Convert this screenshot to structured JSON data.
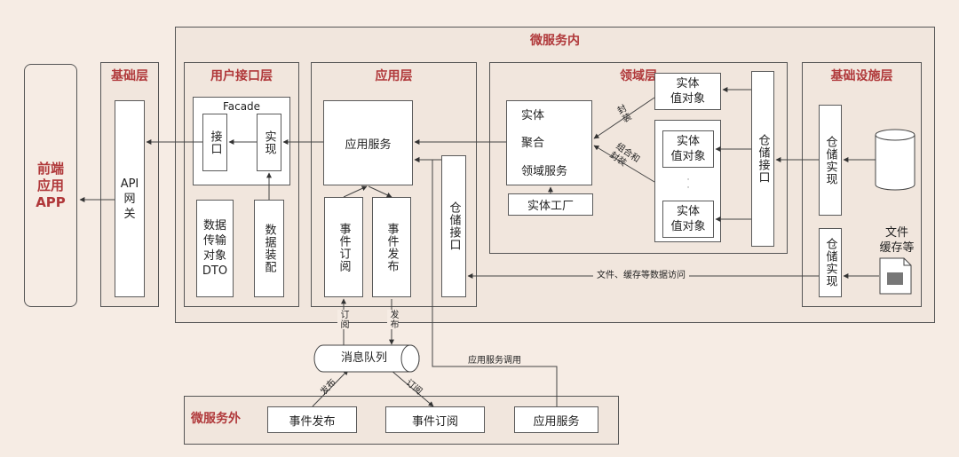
{
  "titles": {
    "inside": "微服务内",
    "frontend": "前端\n应用\nAPP",
    "base": "基础层",
    "user_interface": "用户接口层",
    "application": "应用层",
    "domain": "领域层",
    "infrastructure": "基础设施层",
    "outside": "微服务外"
  },
  "base_layer": {
    "api_gateway": "API\n网\n关"
  },
  "user_interface": {
    "facade": "Facade",
    "interface": "接口",
    "impl": "实现",
    "dto": "数据\n传输\n对象\nDTO",
    "assembler": "数据装配"
  },
  "application": {
    "service": "应用服务",
    "event_subscribe": "事件订阅",
    "event_publish": "事件发布",
    "repository_interface": "仓储接口"
  },
  "domain": {
    "core_entity": "实体",
    "core_aggregate": "聚合",
    "core_domain_service": "领域服务",
    "entity_factory": "实体工厂",
    "entity_vo_top": "实体\n值对象",
    "entity_vo_mid": "实体\n值对象",
    "ellipsis": "·\n·",
    "entity_vo_bottom": "实体\n值对象",
    "repository_interface": "仓储接口",
    "label_encapsulate": "封装",
    "label_combine_encapsulate": "组合和\n封装"
  },
  "infrastructure": {
    "repo_impl_top": "仓储实现",
    "database": "数据库",
    "file_cache": "文件\n缓存等",
    "repo_impl_bottom": "仓储实现"
  },
  "connectors": {
    "file_cache_access": "文件、缓存等数据访问",
    "app_service_call": "应用服务调用",
    "subscribe_top": "订阅",
    "publish_top": "发布",
    "publish_left": "发布",
    "subscribe_right": "订阅"
  },
  "message_queue": "消息队列",
  "outside": {
    "event_publish": "事件发布",
    "event_subscribe": "事件订阅",
    "app_service": "应用服务"
  },
  "colors": {
    "title_red": "#b0383a",
    "line": "#444444",
    "region_bg": "#f1e6dd"
  }
}
